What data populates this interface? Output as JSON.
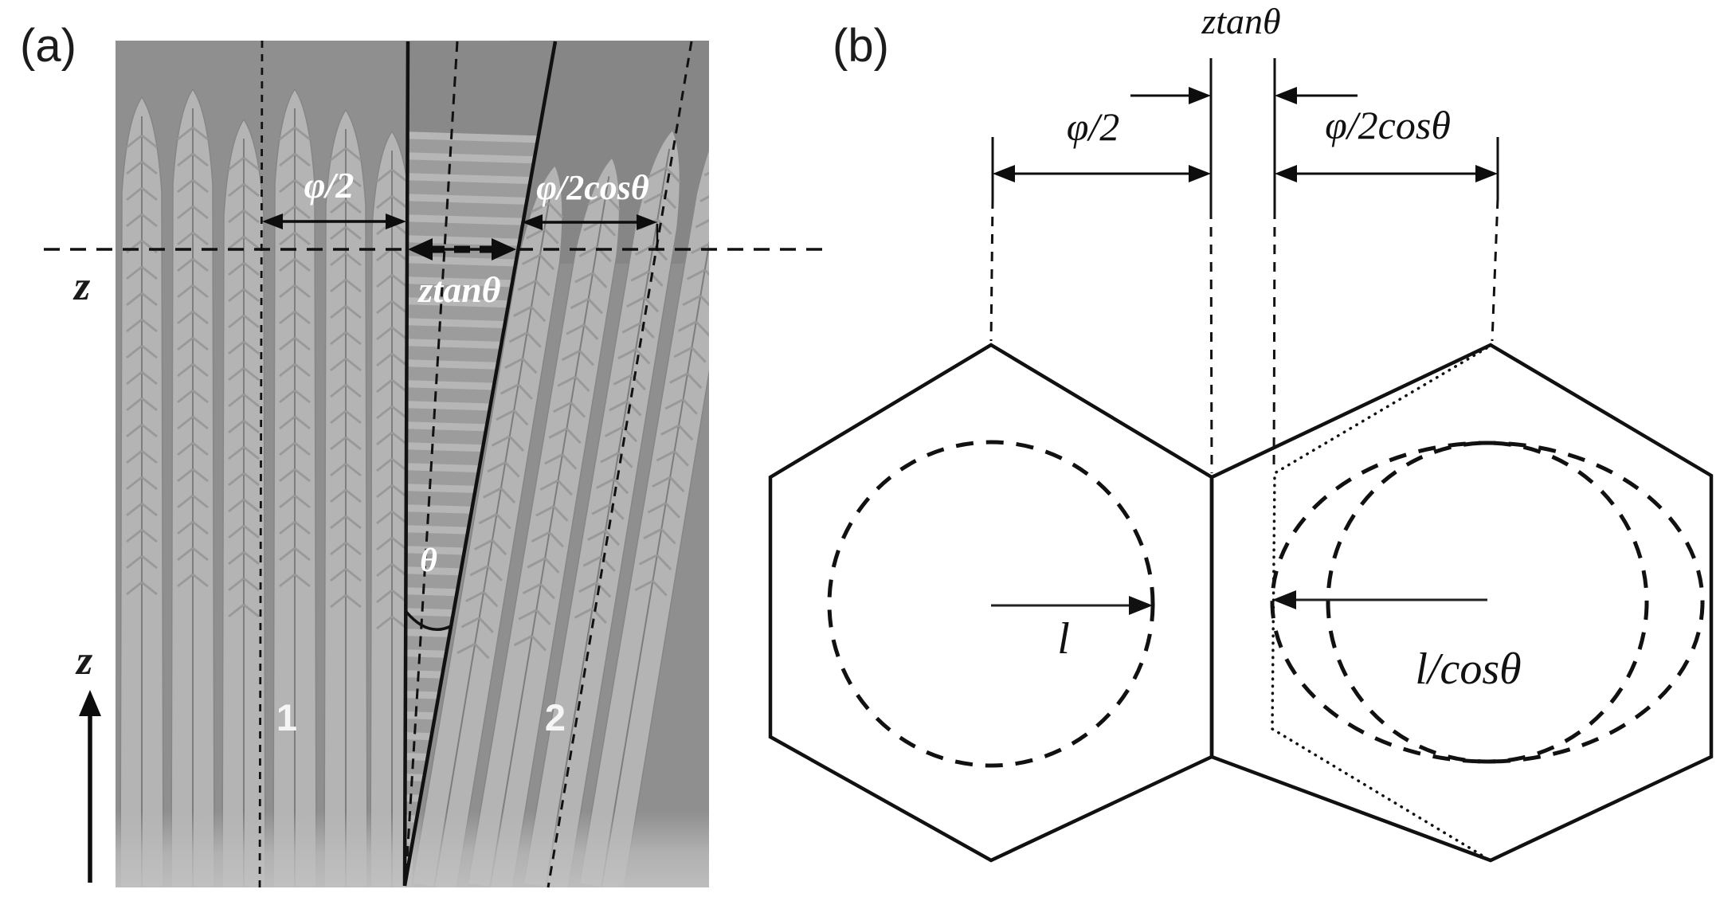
{
  "figure": {
    "panel_a": {
      "label": "(a)",
      "annotations": {
        "z_section": "z",
        "phi_half": "φ/2",
        "phi_half_cos": "φ/2cosθ",
        "z_tan_theta": "ztanθ",
        "theta": "θ",
        "region_1": "1",
        "region_2": "2",
        "z_axis": "z"
      }
    },
    "panel_b": {
      "label": "(b)",
      "annotations": {
        "z_tan_theta": "ztanθ",
        "phi_half": "φ/2",
        "phi_half_cos": "φ/2cosθ",
        "radius": "l",
        "radius_cos": "l/cosθ"
      }
    },
    "colors": {
      "micrograph_bg": "#8f8f8f",
      "dendrite_body": "#b4b4b4",
      "line_black": "#111111",
      "annotation_white": "#ffffff"
    }
  }
}
